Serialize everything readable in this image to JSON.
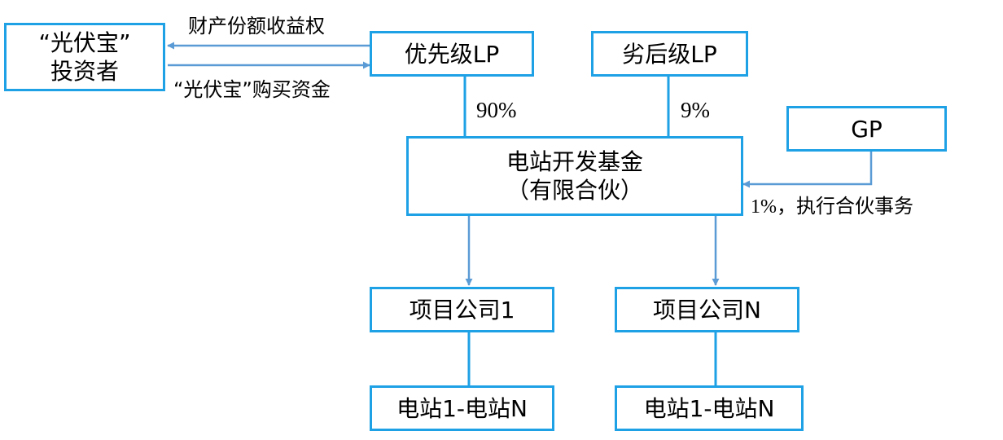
{
  "nodes": {
    "investor": {
      "line1": "“光伏宝”",
      "line2": "投资者"
    },
    "senior_lp": "优先级LP",
    "junior_lp": "劣后级LP",
    "gp": "GP",
    "fund": {
      "line1": "电站开发基金",
      "line2": "（有限合伙）"
    },
    "project_1": "项目公司1",
    "project_n": "项目公司N",
    "stations_left": "电站1-电站N",
    "stations_right": "电站1-电站N"
  },
  "edges": {
    "lp_to_investor": "财产份额收益权",
    "investor_to_lp": "“光伏宝”购买资金",
    "senior_share": "90%",
    "junior_share": "9%",
    "gp_share": "1%",
    "gp_role": "，执行合伙事务"
  },
  "colors": {
    "box_border": "#1fa1e6",
    "arrow": "#5b9bd5"
  }
}
